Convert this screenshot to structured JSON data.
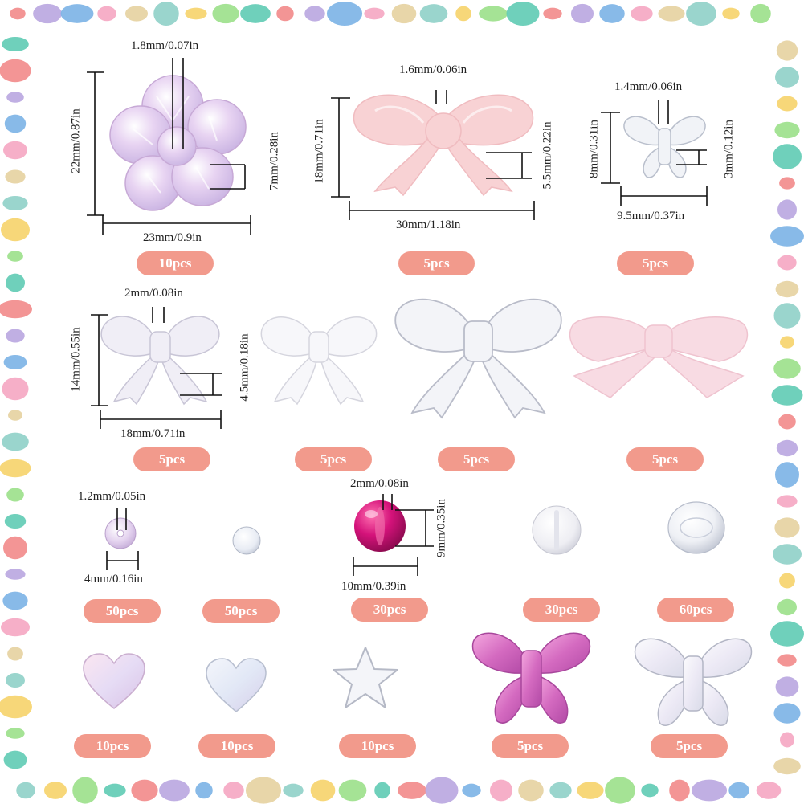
{
  "colors": {
    "badge": "#f29a8c",
    "text": "#222222",
    "border_confetti": [
      "#f28a8a",
      "#8fd0c8",
      "#b9a6e0",
      "#f6d36a",
      "#7bb2e6",
      "#9be08a",
      "#f5a6c2",
      "#5fcbb4",
      "#e6d2a0"
    ]
  },
  "products": [
    {
      "name": "flower-bead",
      "count": "10pcs",
      "dims": [
        "1.8mm/0.07in",
        "22mm/0.87in",
        "7mm/0.28in",
        "23mm/0.9in"
      ]
    },
    {
      "name": "pink-bow-bead",
      "count": "5pcs",
      "dims": [
        "1.6mm/0.06in",
        "18mm/0.71in",
        "5.5mm/0.22in",
        "30mm/1.18in"
      ]
    },
    {
      "name": "small-butterfly-bead",
      "count": "5pcs",
      "dims": [
        "1.4mm/0.06in",
        "8mm/0.31in",
        "3mm/0.12in",
        "9.5mm/0.37in"
      ]
    },
    {
      "name": "clear-bow-bead",
      "count": "5pcs",
      "dims": [
        "2mm/0.08in",
        "14mm/0.55in",
        "4.5mm/0.18in",
        "18mm/0.71in"
      ]
    },
    {
      "name": "white-bow-bead",
      "count": "5pcs"
    },
    {
      "name": "large-clear-bow-bead",
      "count": "5pcs"
    },
    {
      "name": "pink-frosted-bow-bead",
      "count": "5pcs"
    },
    {
      "name": "small-round-ab-bead",
      "count": "50pcs",
      "dims": [
        "1.2mm/0.05in",
        "4mm/0.16in"
      ]
    },
    {
      "name": "small-round-clear-bead",
      "count": "50pcs"
    },
    {
      "name": "magenta-round-bead",
      "count": "30pcs",
      "dims": [
        "2mm/0.08in",
        "9mm/0.35in",
        "10mm/0.39in"
      ]
    },
    {
      "name": "frosted-round-bead",
      "count": "30pcs"
    },
    {
      "name": "clear-rondelle-bead",
      "count": "60pcs"
    },
    {
      "name": "pink-heart-bead",
      "count": "10pcs"
    },
    {
      "name": "clear-heart-bead",
      "count": "10pcs"
    },
    {
      "name": "star-bead",
      "count": "10pcs"
    },
    {
      "name": "pink-butterfly-bead",
      "count": "5pcs"
    },
    {
      "name": "ab-butterfly-bead",
      "count": "5pcs"
    }
  ]
}
